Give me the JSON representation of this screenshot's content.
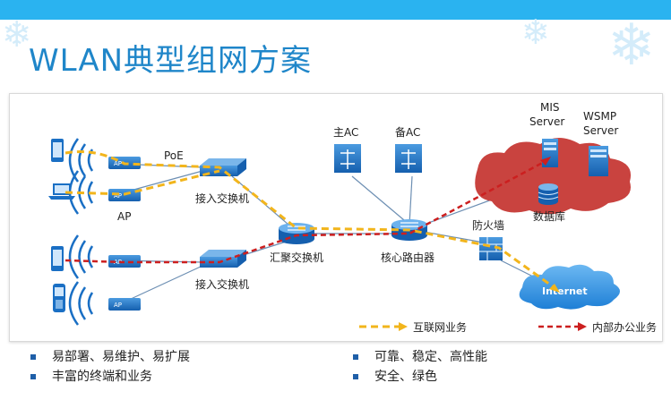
{
  "slide": {
    "title": "WLAN典型组网方案"
  },
  "diagram": {
    "labels": {
      "poe": "PoE",
      "access_switch_top": "接入交换机",
      "access_switch_bottom": "接入交换机",
      "ap": "AP",
      "ap_badge": "AP",
      "aggregation_switch": "汇聚交换机",
      "core_router": "核心路由器",
      "main_ac": "主AC",
      "backup_ac": "备AC",
      "mis_server": "MIS\nServer",
      "mis_line1": "MIS",
      "mis_line2": "Server",
      "wsmp_line1": "WSMP",
      "wsmp_line2": "Server",
      "database": "数据库",
      "firewall": "防火墙",
      "internet": "Internet"
    },
    "legend": {
      "internet_service": "互联网业务",
      "internal_office": "内部办公业务"
    },
    "colors": {
      "internet_path": "#f2b51c",
      "internal_path": "#cc1f1f",
      "device_blue": "#1a6fc4",
      "server_cloud": "#c9433f",
      "internet_cloud": "#2a8fe0"
    }
  },
  "bullets": {
    "left": [
      "易部署、易维护、易扩展",
      "丰富的终端和业务"
    ],
    "right": [
      "可靠、稳定、高性能",
      "安全、绿色"
    ]
  }
}
